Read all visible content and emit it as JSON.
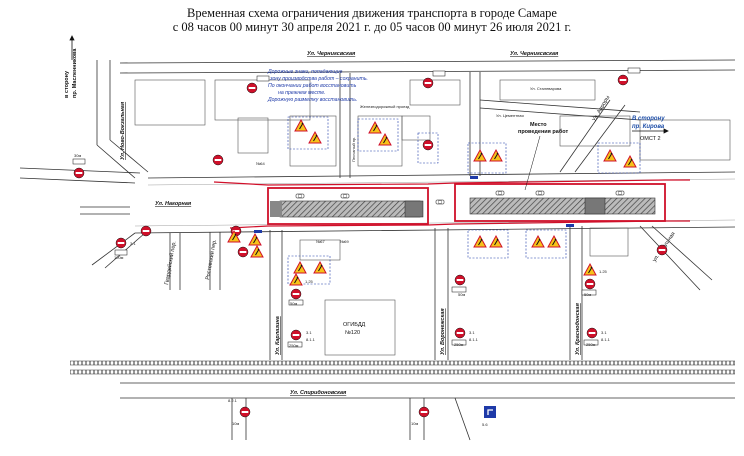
{
  "title": {
    "line1": "Временная схема ограничения движения транспорта в городе Самаре",
    "line2": "с 08 часов 00 минут 30 апреля 2021 г. до 05 часов 00 минут 26 июля 2021 г."
  },
  "streets": {
    "chernigovskaya_left": "Ул. Чернигсвская",
    "chernigovskaya_right": "Ул. Чернигсвская",
    "novo_vokzalnaya": "Ул. Ново-Вокзальная",
    "nagornaya": "Ул. Нагорная",
    "gvardeyskiy": "Гвардейский пер.",
    "rostovskiy": "Ростовский пер.",
    "karmazina": "Ул. Карлазина",
    "voronezhskaya": "Ул. Воронежская",
    "krasnodonskaya": "Ул. Краснодонская",
    "avrory": "Ул. Авроры",
    "otrushnaya": "ул. Отрушная",
    "tsementnaya": "Ул. Цементная",
    "stalevarov": "Ул. Сталеварова",
    "spiridonovskaya": "Ул. Спиридоновская",
    "peschanyy": "Песчаный пр.",
    "zheleznodorozhnyy": "Железнодорожный проезд",
    "kirova_line1": "В сторону",
    "kirova_line2": "пр. Кирова",
    "stop_omsk": "ОМСТ 2",
    "airport_line1": "в сторону",
    "airport_line2": "пр. Масленникова"
  },
  "notes": {
    "box1_line1": "Дорожные знаки, попадающие",
    "box1_line2": "в зону производства работ – сохранить.",
    "box1_line3": "По окончании работ восстановить",
    "box1_line4": "на прежнем месте.",
    "box1_line5": "Дорожную разметку восстановить.",
    "work_place_line1": "Место",
    "work_place_line2": "проведения работ",
    "garages": "ОГИБДД",
    "garages_num": "№120",
    "house_a": "№64",
    "house_b": "№67",
    "house_c": "№69"
  },
  "signs": {
    "no_entry": "3.1",
    "detour": "1.25",
    "tab_a": "8.1.1",
    "tab_b": "8.2.1",
    "dist_250": "250м",
    "dist_50": "50м",
    "dist_100": "100м",
    "dist_30": "30м",
    "dist_10": "10м"
  },
  "legend": {
    "direction_sign": "5.6"
  }
}
